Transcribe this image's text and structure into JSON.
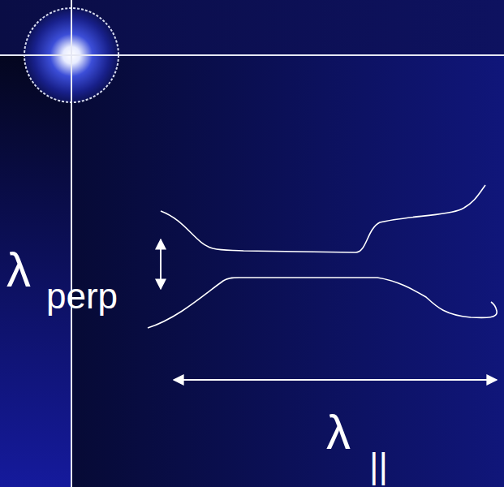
{
  "diagram": {
    "labels": [
      "λ",
      "perp",
      "λ",
      "||"
    ]
  }
}
